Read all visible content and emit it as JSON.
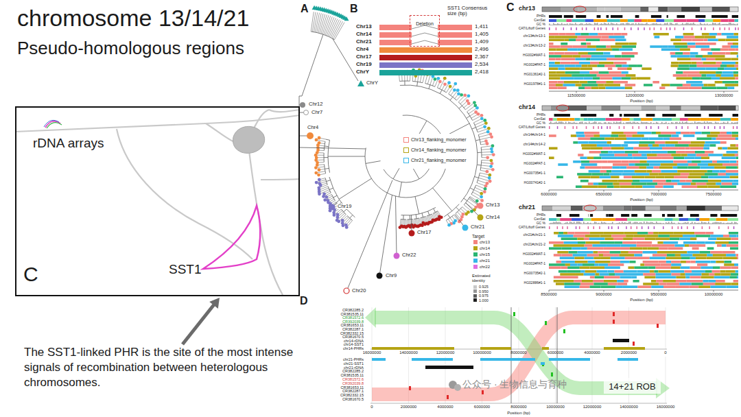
{
  "diagram": {
    "title": "chromosome 13/14/21",
    "caption": "The SST1-linked PHR is the site of the most intense signals of recombination between heterologous chromosomes.",
    "nodes": [
      {
        "text": [
          "rDNA arrays",
          "C",
          "SST1"
        ]
      },
      {
        "text": [
          "Deletion"
        ]
      },
      {
        "text": [
          "14+21 ROB"
        ]
      }
    ],
    "labels": [
      "Pseudo-homologous regions",
      "A",
      "B",
      "C",
      "D",
      "SST1 Consensus size (bp)",
      "Chr13",
      "Chr14",
      "Chr21",
      "Chr4",
      "Chr17",
      "Chr19",
      "ChrY",
      "1,411",
      "1,405",
      "1,409",
      "2,496",
      "2,367",
      "2,534",
      "2,418",
      "ChrY",
      "Chr12",
      "Chr7",
      "Chr4",
      "Chr13",
      "Chr19",
      "Chr14",
      "Chr21",
      "Chr17",
      "Chr22",
      "Chr9",
      "Chr20",
      "chr13",
      "PHRs",
      "CenSat",
      "GC %",
      "CAT/Liftoff Genes",
      "chr13#chr13-1",
      "chr13#chr13-2",
      "HG002#MAT-1",
      "HG002#PAT-1",
      "HG01361#2-1",
      "HG01978#1-1",
      "11500000",
      "12000000",
      "13000000",
      "Position (bp)",
      "chr14",
      "PHRs",
      "CenSat",
      "GC %",
      "CAT/Liftoff Genes",
      "chr14#chr14-1",
      "chr14#chr14-2",
      "HG002#MAT-1",
      "HG002#PAT-1",
      "HG00735#1-1",
      "HG00741#2-1",
      "6000000",
      "6500000",
      "7000000",
      "7500000",
      "Position (bp)",
      "chr21",
      "PHRs",
      "CenSat",
      "GC %",
      "CAT/Liftoff Genes",
      "chr21#chr21-1",
      "chr21#chr21-2",
      "HG002#MAT-1",
      "HG002#PAT-1",
      "HG00735#2-1",
      "HG02886#1-1",
      "8500000",
      "9000000",
      "9500000",
      "10000000",
      "Position (bp)",
      "Target",
      "Estimated identity",
      "CR382285.2",
      "CR381535.11",
      "CR381572.6",
      "CR392039.8",
      "CR381653.11",
      "CR382287.1",
      "CR382332.15",
      "CR381670.5",
      "chr14-rDNA",
      "chr14-SST1",
      "chr14-PHRs",
      "16000000",
      "14000000",
      "12000000",
      "10000000",
      "8000000",
      "6000000",
      "4000000",
      "2000000",
      "0",
      "chr21-PHRs",
      "chr21-SST1",
      "chr21-rDNA",
      "CR382285.2",
      "CR381535.11",
      "CR381572.6",
      "CR392039.8",
      "CR381653.11",
      "CR382287.1",
      "CR382332.15",
      "CR381670.5",
      "0",
      "2000000",
      "4000000",
      "6000000",
      "8000000",
      "10000000",
      "12000000",
      "14000000",
      "16000000",
      "Position (bp)",
      "公众号 · 生物信息与育种"
    ],
    "legend": [
      {
        "text": "Chr13_flanking_monomer",
        "color": "#f4837d"
      },
      {
        "text": "Chr14_flanking_monomer",
        "color": "#b5a414"
      },
      {
        "text": "Chr21_flanking_monomer",
        "color": "#36b7e8"
      },
      {
        "text": "chr13",
        "color": "#f4837d"
      },
      {
        "text": "chr14",
        "color": "#b5a414"
      },
      {
        "text": "chr15",
        "color": "#2bb673"
      },
      {
        "text": "chr21",
        "color": "#36b7e8"
      },
      {
        "text": "chr22",
        "color": "#e070e0"
      },
      {
        "text": "0.925",
        "color": "#c8c8c8"
      },
      {
        "text": "0.950",
        "color": "#969696"
      },
      {
        "text": "0.975",
        "color": "#5a5a5a"
      },
      {
        "text": "1.000",
        "color": "#1e1e1e"
      }
    ]
  }
}
